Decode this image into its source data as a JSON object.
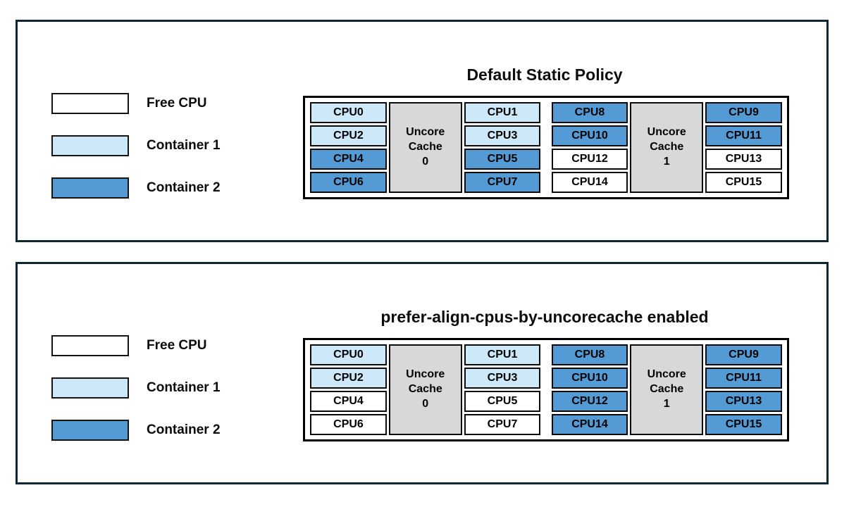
{
  "colors": {
    "free": "#ffffff",
    "container1": "#cde8f8",
    "container2": "#549bd5",
    "uncore_cache": "#d8d8d8",
    "panel_border": "#0d2634",
    "cell_border": "#0a0a0a"
  },
  "legend": {
    "items": [
      {
        "label": "Free CPU",
        "state": "free"
      },
      {
        "label": "Container 1",
        "state": "container1"
      },
      {
        "label": "Container 2",
        "state": "container2"
      }
    ]
  },
  "panels": [
    {
      "title": "Default Static Policy",
      "uncore_groups": [
        {
          "cache_label_lines": [
            "Uncore",
            "Cache",
            "0"
          ],
          "left_column": [
            {
              "label": "CPU0",
              "state": "container1"
            },
            {
              "label": "CPU2",
              "state": "container1"
            },
            {
              "label": "CPU4",
              "state": "container2"
            },
            {
              "label": "CPU6",
              "state": "container2"
            }
          ],
          "right_column": [
            {
              "label": "CPU1",
              "state": "container1"
            },
            {
              "label": "CPU3",
              "state": "container1"
            },
            {
              "label": "CPU5",
              "state": "container2"
            },
            {
              "label": "CPU7",
              "state": "container2"
            }
          ]
        },
        {
          "cache_label_lines": [
            "Uncore",
            "Cache",
            "1"
          ],
          "left_column": [
            {
              "label": "CPU8",
              "state": "container2"
            },
            {
              "label": "CPU10",
              "state": "container2"
            },
            {
              "label": "CPU12",
              "state": "free"
            },
            {
              "label": "CPU14",
              "state": "free"
            }
          ],
          "right_column": [
            {
              "label": "CPU9",
              "state": "container2"
            },
            {
              "label": "CPU11",
              "state": "container2"
            },
            {
              "label": "CPU13",
              "state": "free"
            },
            {
              "label": "CPU15",
              "state": "free"
            }
          ]
        }
      ]
    },
    {
      "title": "prefer-align-cpus-by-uncorecache enabled",
      "uncore_groups": [
        {
          "cache_label_lines": [
            "Uncore",
            "Cache",
            "0"
          ],
          "left_column": [
            {
              "label": "CPU0",
              "state": "container1"
            },
            {
              "label": "CPU2",
              "state": "container1"
            },
            {
              "label": "CPU4",
              "state": "free"
            },
            {
              "label": "CPU6",
              "state": "free"
            }
          ],
          "right_column": [
            {
              "label": "CPU1",
              "state": "container1"
            },
            {
              "label": "CPU3",
              "state": "container1"
            },
            {
              "label": "CPU5",
              "state": "free"
            },
            {
              "label": "CPU7",
              "state": "free"
            }
          ]
        },
        {
          "cache_label_lines": [
            "Uncore",
            "Cache",
            "1"
          ],
          "left_column": [
            {
              "label": "CPU8",
              "state": "container2"
            },
            {
              "label": "CPU10",
              "state": "container2"
            },
            {
              "label": "CPU12",
              "state": "container2"
            },
            {
              "label": "CPU14",
              "state": "container2"
            }
          ],
          "right_column": [
            {
              "label": "CPU9",
              "state": "container2"
            },
            {
              "label": "CPU11",
              "state": "container2"
            },
            {
              "label": "CPU13",
              "state": "container2"
            },
            {
              "label": "CPU15",
              "state": "container2"
            }
          ]
        }
      ]
    }
  ]
}
